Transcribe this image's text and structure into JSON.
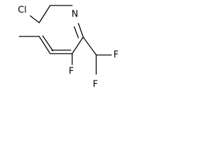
{
  "molecule": {
    "atoms": {
      "chlorine": "Cl",
      "ring_nitrogen": "N",
      "ring_fluorine": "F",
      "cf2_fluorine_right": "F",
      "cf2_fluorine_bottom": "F"
    },
    "colors": {
      "bond": "#000000",
      "label": "#000000",
      "background": "#ffffff"
    }
  }
}
